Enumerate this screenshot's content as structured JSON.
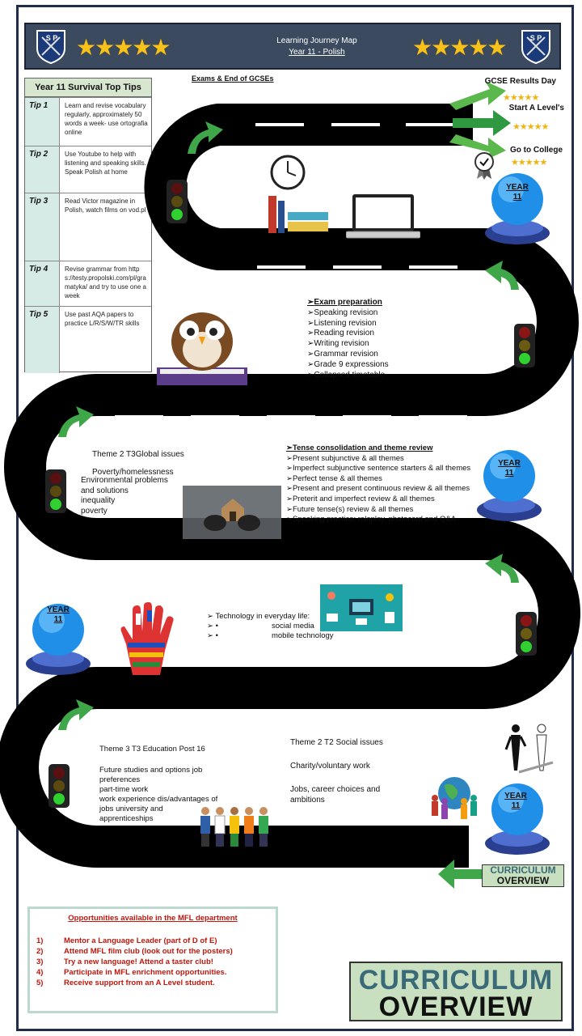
{
  "header": {
    "title": "Learning Journey Map",
    "subtitle": "Year 11 - Polish",
    "badge_letters": "S P",
    "stars": "★★★★★"
  },
  "tips": {
    "heading": "Year 11 Survival Top Tips",
    "items": [
      {
        "label": "Tip 1",
        "text": "Learn and revise vocabulary regularly, approximately 50 words a week- use ortografia online"
      },
      {
        "label": "Tip 2",
        "text": "Use Youtube to help with listening and speaking skills. Speak Polish at home"
      },
      {
        "label": "Tip 3",
        "text": "Read Victor magazine in Polish, watch films on vod.pl"
      },
      {
        "label": "Tip 4",
        "text": "Revise grammar from https://testy.propolski.com/pl/gramatyka/ and try to use one a week"
      },
      {
        "label": "Tip 5",
        "text": "Use past AQA papers to practice L/R/S/W/TR skills"
      }
    ]
  },
  "exams_label": "Exams & End of GCSEs",
  "goals": [
    {
      "label": "GCSE Results Day",
      "stars": "★★★★★"
    },
    {
      "label": "Start A Level's",
      "stars": "★★★★★"
    },
    {
      "label": "Go to College",
      "stars": "★★★★★"
    }
  ],
  "year_label": "YEAR 11",
  "exam_prep": {
    "heading": "Exam preparation",
    "items": [
      "Speaking revision",
      "Listening revision",
      "Reading revision",
      "Writing revision",
      "Grammar revision",
      "Grade 9 expressions",
      "Collapsed timetable"
    ]
  },
  "tense": {
    "heading": "Tense consolidation and theme review",
    "items": [
      "Present subjunctive & all themes",
      "Imperfect subjunctive sentence starters & all themes",
      "Perfect tense & all themes",
      "Present and present continuous review & all themes",
      "Preterit and imperfect review & all themes",
      "Future tense(s) review & all themes",
      "Speaking practice: roleplay, photocard and Q&A"
    ]
  },
  "theme2_t3": {
    "title": "Theme 2 T3Global issues",
    "line1": "Poverty/homelessness",
    "lines": [
      "Environmental problems",
      "and solutions",
      "inequality",
      "poverty"
    ]
  },
  "tech": {
    "heading": "Technology in everyday life:",
    "items": [
      "social media",
      "mobile technology"
    ]
  },
  "theme3_t3": {
    "title": "Theme 3 T3 Education Post 16",
    "lines": [
      "Future studies and options job",
      "preferences",
      "part-time work",
      "work experience dis/advantages of",
      "jobs university and",
      "apprenticeships"
    ]
  },
  "theme2_t2": {
    "title": "Theme 2 T2 Social issues",
    "line1": "Charity/voluntary work",
    "line2": "Jobs, career choices and",
    "line3": "ambitions"
  },
  "opportunities": {
    "title": "Opportunities available in the MFL department",
    "items": [
      {
        "num": "1)",
        "text": "Mentor a Language Leader (part of D of E)"
      },
      {
        "num": "2)",
        "text": "Attend MFL film club (look out for the posters)"
      },
      {
        "num": "3)",
        "text": "Try a new language! Attend a taster club!"
      },
      {
        "num": "4)",
        "text": "Participate in MFL enrichment opportunities."
      },
      {
        "num": "5)",
        "text": "Receive support from an A Level student."
      }
    ]
  },
  "curriculum": {
    "line1": "CURRICULUM",
    "line2": "OVERVIEW"
  },
  "colors": {
    "header_bg": "#3b4a5e",
    "road": "#000000",
    "arrow_green": "#3fa64a",
    "opps_red": "#c0160c",
    "curriculum_bg": "#c8e0c0"
  }
}
